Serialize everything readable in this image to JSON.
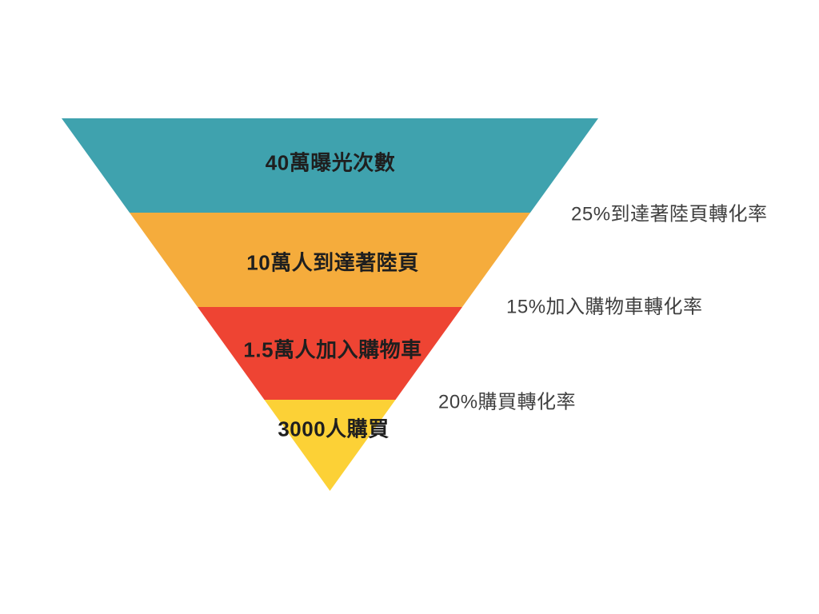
{
  "chart_data": {
    "type": "funnel",
    "orientation": "inverted-pyramid",
    "background": "#ffffff",
    "stages": [
      {
        "label": "40萬曝光次數",
        "value": 400000,
        "color": "#3fa2ae"
      },
      {
        "label": "10萬人到達著陸頁",
        "value": 100000,
        "color": "#f5ac3c"
      },
      {
        "label": "1.5萬人加入購物車",
        "value": 15000,
        "color": "#ee4433"
      },
      {
        "label": "3000人購買",
        "value": 3000,
        "color": "#fcd136"
      }
    ],
    "conversion_labels": [
      {
        "label": "25%到達著陸頁轉化率",
        "rate": "25%"
      },
      {
        "label": "15%加入購物車轉化率",
        "rate": "15%"
      },
      {
        "label": "20%購買轉化率",
        "rate": "20%"
      }
    ],
    "stage_label_color": "#1f1f1f",
    "conversion_label_color": "#3f3f3f"
  }
}
